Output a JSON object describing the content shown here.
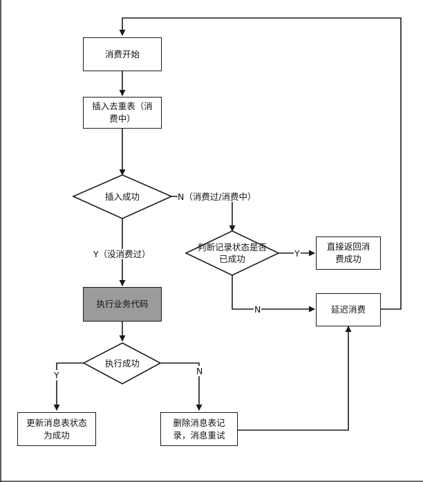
{
  "nodes": {
    "start": "消费开始",
    "insert_dedup_l1": "插入去重表（消",
    "insert_dedup_l2": "费中）",
    "insert_success": "插入成功",
    "check_status_l1": "判断记录状态是否",
    "check_status_l2": "已成功",
    "return_success_l1": "直接返回消",
    "return_success_l2": "费成功",
    "exec_business": "执行业务代码",
    "exec_success": "执行成功",
    "delay_consume": "延迟消费",
    "update_status_l1": "更新消息表状态",
    "update_status_l2": "为成功",
    "delete_retry_l1": "删除消息表记",
    "delete_retry_l2": "录，消息重试"
  },
  "edge_labels": {
    "insert_no": "N（消费过/消费中）",
    "insert_yes": "Y（没消费过）",
    "status_yes": "Y",
    "status_no": "N",
    "exec_yes": "Y",
    "exec_no": "N"
  }
}
